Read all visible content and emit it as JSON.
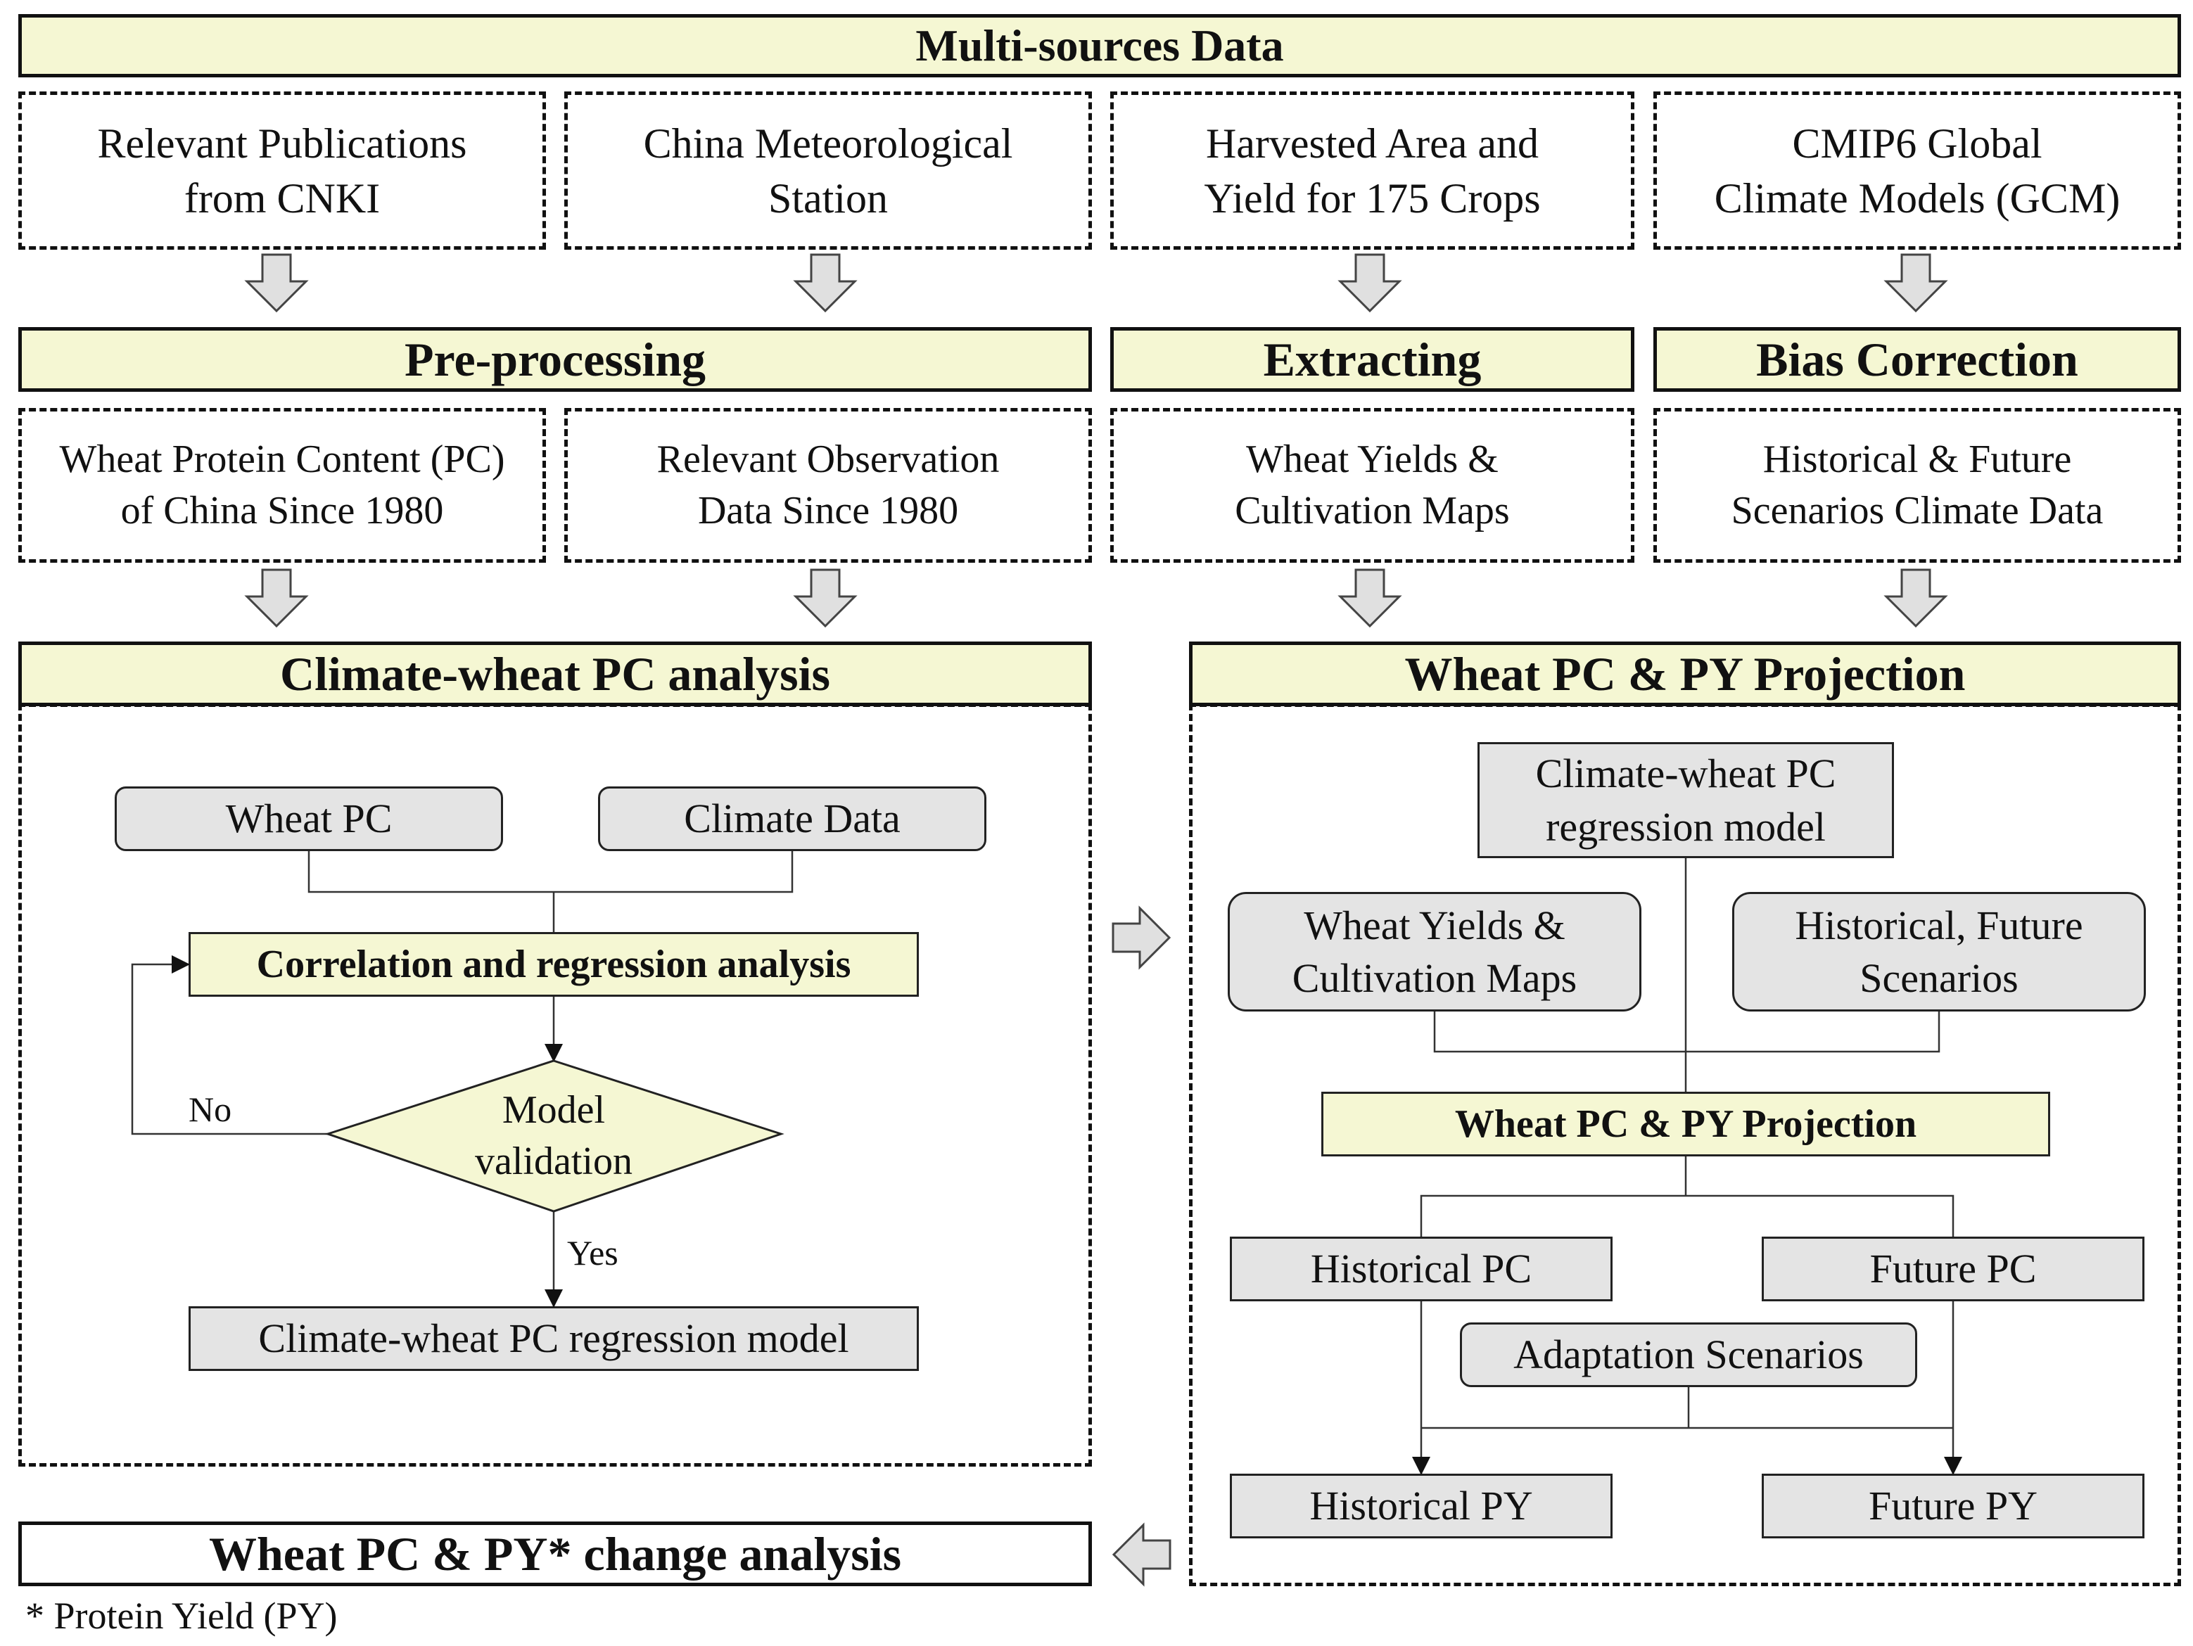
{
  "title": "Multi-sources Data",
  "sources": [
    "Relevant Publications\nfrom CNKI",
    "China Meteorological\nStation",
    "Harvested Area and\nYield for 175 Crops",
    "CMIP6 Global\nClimate Models (GCM)"
  ],
  "stages": {
    "preprocessing": "Pre-processing",
    "extracting": "Extracting",
    "bias_correction": "Bias Correction"
  },
  "processed": [
    "Wheat Protein Content (PC)\nof China Since 1980",
    "Relevant Observation\nData Since 1980",
    "Wheat Yields &\nCultivation Maps",
    "Historical & Future\nScenarios Climate Data"
  ],
  "analysis_panel": {
    "title": "Climate-wheat PC analysis",
    "wheat_pc": "Wheat PC",
    "climate_data": "Climate Data",
    "correlation": "Correlation and regression analysis",
    "validation": "Model\nvalidation",
    "no_label": "No",
    "yes_label": "Yes",
    "result": "Climate-wheat PC regression model"
  },
  "projection_panel": {
    "title": "Wheat PC & PY Projection",
    "model": "Climate-wheat PC\nregression model",
    "yields_maps": "Wheat Yields &\nCultivation Maps",
    "scenarios": "Historical, Future\nScenarios",
    "projection": "Wheat PC & PY Projection",
    "historical_pc": "Historical PC",
    "future_pc": "Future PC",
    "adaptation": "Adaptation Scenarios",
    "historical_py": "Historical PY",
    "future_py": "Future PY"
  },
  "change_analysis": "Wheat PC & PY* change analysis",
  "footnote": "* Protein Yield (PY)",
  "colors": {
    "header_fill": "#f5f7d3",
    "box_fill": "#e4e4e4",
    "arrow_fill": "#e0e0e0"
  }
}
